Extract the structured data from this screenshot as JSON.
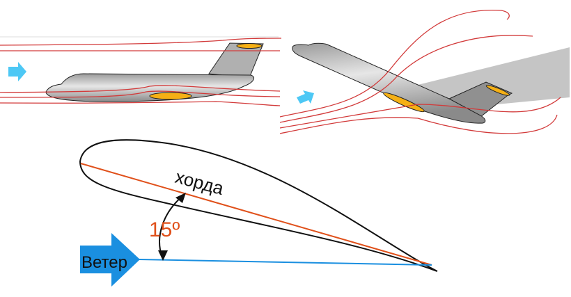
{
  "labels": {
    "chord": "хорда",
    "angle": "15º",
    "wind": "Ветер"
  },
  "angle_of_attack_deg": 15,
  "colors": {
    "streamline": "#d23a3a",
    "chord": "#e0501a",
    "wind": "#1a8fe0",
    "flow_arrow": "#4dc8f5",
    "engine": "#f5b015",
    "fuselage": "#b8b8b8"
  }
}
